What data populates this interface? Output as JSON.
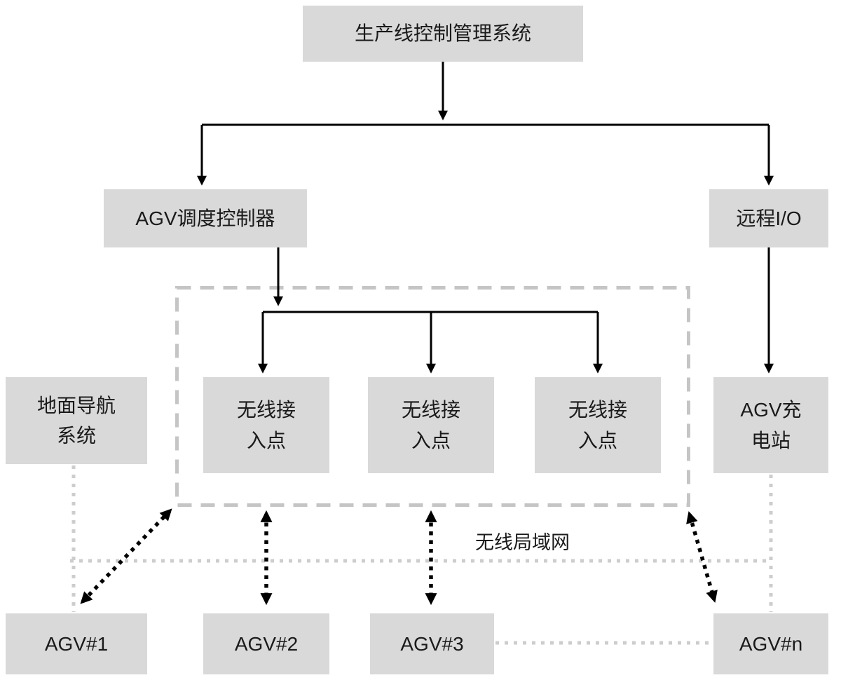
{
  "nodes": {
    "production_system": "生产线控制管理系统",
    "agv_dispatcher": "AGV调度控制器",
    "remote_io": "远程I/O",
    "ground_nav": "地面导航\n系统",
    "wap_1": "无线接\n入点",
    "wap_2": "无线接\n入点",
    "wap_3": "无线接\n入点",
    "agv_charger": "AGV充\n电站",
    "agv_1": "AGV#1",
    "agv_2": "AGV#2",
    "agv_3": "AGV#3",
    "agv_n": "AGV#n",
    "wlan": "无线局域网"
  },
  "colors": {
    "box_fill": "#d9d9d9",
    "text": "#1a1a1a",
    "solid_line": "#000000",
    "dashed_border": "#c5c5c5",
    "dotted_line": "#cdcdcd"
  }
}
